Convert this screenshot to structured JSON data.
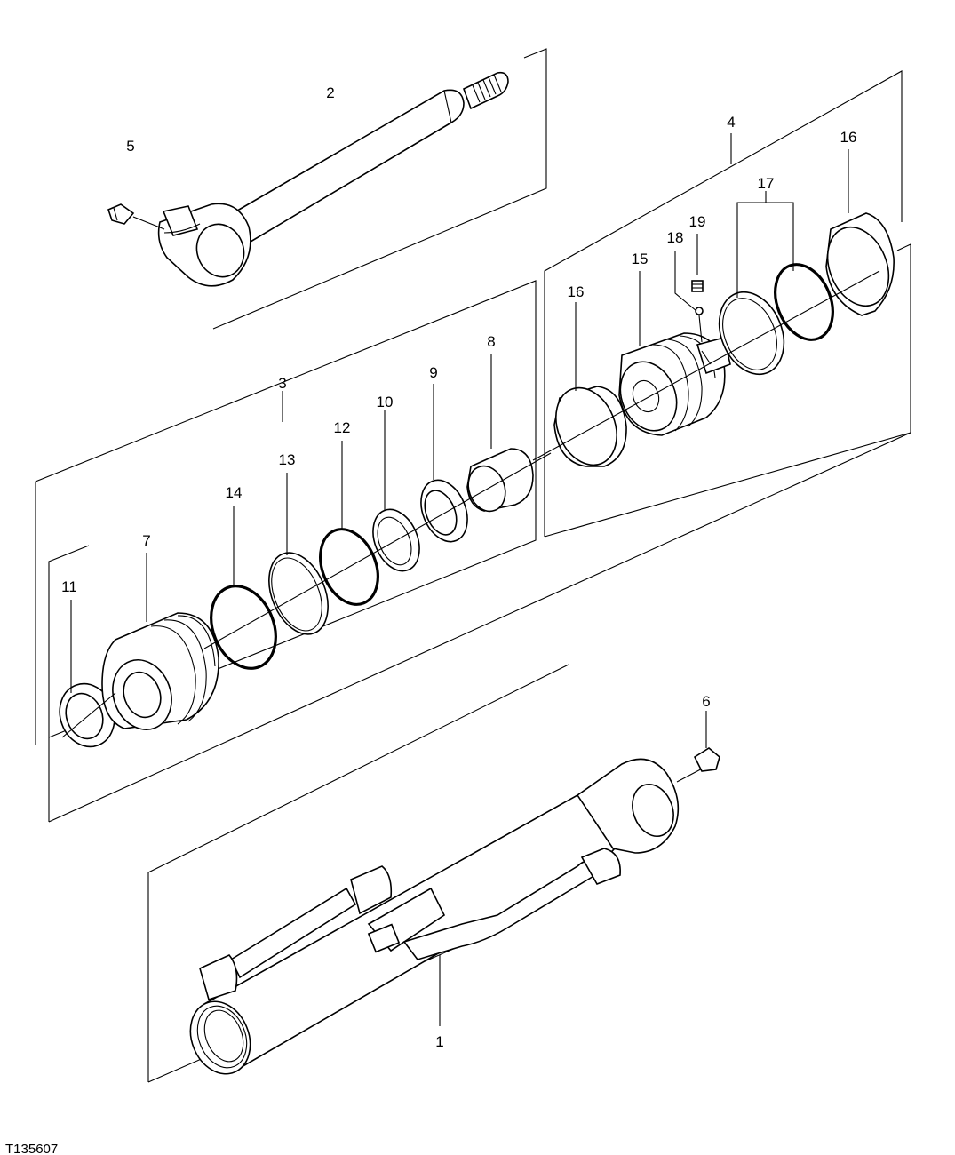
{
  "figure_id": "T135607",
  "callouts": {
    "c1": "1",
    "c2": "2",
    "c3": "3",
    "c4": "4",
    "c5": "5",
    "c6": "6",
    "c7": "7",
    "c8": "8",
    "c9": "9",
    "c10": "10",
    "c11": "11",
    "c12": "12",
    "c13": "13",
    "c14": "14",
    "c15": "15",
    "c16a": "16",
    "c16b": "16",
    "c17": "17",
    "c18": "18",
    "c19": "19"
  }
}
